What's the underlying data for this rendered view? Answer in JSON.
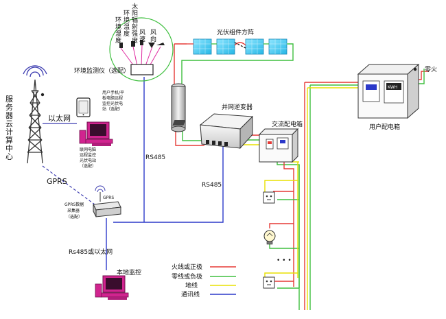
{
  "labels": {
    "cloud_center": [
      "服",
      "务",
      "器",
      "云",
      "计",
      "算",
      "中",
      "心"
    ],
    "ethernet": "以太网",
    "gprs": "GPRS",
    "gprs_device_tag": "GPRS",
    "mobile_monitor": [
      "用户手机/平",
      "板电脑远程",
      "监控光伏电",
      "站（选配）"
    ],
    "pc_monitor": [
      "联网电脑",
      "远程监控",
      "光伏电站",
      "（选配）"
    ],
    "gprs_collector": [
      "GPRS数据",
      "采集器",
      "（选配）"
    ],
    "rs485_ethernet": "Rs485或以太网",
    "local_monitor": "本地监控",
    "rs485_a": "RS485",
    "rs485_b": "RS485",
    "env_monitor": "环境监测仪（选配）",
    "sensor_env_humidity": [
      "环",
      "境",
      "湿",
      "度"
    ],
    "sensor_env_temp": [
      "环",
      "境",
      "温",
      "度"
    ],
    "sensor_solar_rad": [
      "太",
      "阳",
      "辐",
      "射",
      "强",
      "度"
    ],
    "sensor_wind_speed": [
      "风",
      "速"
    ],
    "sensor_wind_dir": [
      "风",
      "向"
    ],
    "pv_array": "光伏组件方阵",
    "inverter": "并网逆变器",
    "ac_box": "交流配电箱",
    "user_box": "用户配电箱",
    "zero_fire": "零火",
    "meter_tag": "KWH",
    "ellipsis": "• • •"
  },
  "legend": [
    {
      "label": "火线或正极",
      "color": "#e53935"
    },
    {
      "label": "零线或负极",
      "color": "#3fbf3f"
    },
    {
      "label": "地线",
      "color": "#e8e000"
    },
    {
      "label": "通讯线",
      "color": "#2b39c9"
    }
  ],
  "colors": {
    "fire": "#e53935",
    "neutral": "#3fbf3f",
    "ground": "#e8e000",
    "comm": "#2b39c9",
    "dashed": "#3b3bb0",
    "panel": "#4fd0f0",
    "pc": "#d1248f"
  }
}
